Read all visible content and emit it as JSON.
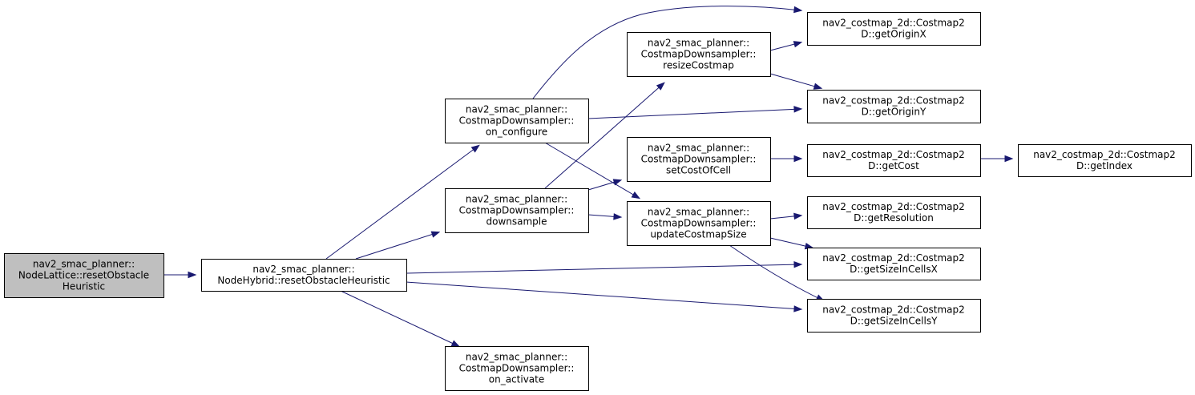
{
  "colors": {
    "node_fill": "#ffffff",
    "root_fill": "#bfbfbf",
    "border": "#000000",
    "edge": "#191970",
    "text": "#000000"
  },
  "nodes": {
    "reset_obstacle_heuristic_lattice": {
      "lines": [
        "nav2_smac_planner::",
        "NodeLattice::resetObstacle",
        "Heuristic"
      ]
    },
    "reset_obstacle_heuristic_hybrid": {
      "lines": [
        "nav2_smac_planner::",
        "NodeHybrid::resetObstacleHeuristic"
      ]
    },
    "on_configure": {
      "lines": [
        "nav2_smac_planner::",
        "CostmapDownsampler::",
        "on_configure"
      ]
    },
    "downsample": {
      "lines": [
        "nav2_smac_planner::",
        "CostmapDownsampler::",
        "downsample"
      ]
    },
    "on_activate": {
      "lines": [
        "nav2_smac_planner::",
        "CostmapDownsampler::",
        "on_activate"
      ]
    },
    "resize_costmap": {
      "lines": [
        "nav2_smac_planner::",
        "CostmapDownsampler::",
        "resizeCostmap"
      ]
    },
    "set_cost_of_cell": {
      "lines": [
        "nav2_smac_planner::",
        "CostmapDownsampler::",
        "setCostOfCell"
      ]
    },
    "update_costmap_size": {
      "lines": [
        "nav2_smac_planner::",
        "CostmapDownsampler::",
        "updateCostmapSize"
      ]
    },
    "get_origin_x": {
      "lines": [
        "nav2_costmap_2d::Costmap2",
        "D::getOriginX"
      ]
    },
    "get_origin_y": {
      "lines": [
        "nav2_costmap_2d::Costmap2",
        "D::getOriginY"
      ]
    },
    "get_cost": {
      "lines": [
        "nav2_costmap_2d::Costmap2",
        "D::getCost"
      ]
    },
    "get_index": {
      "lines": [
        "nav2_costmap_2d::Costmap2",
        "D::getIndex"
      ]
    },
    "get_resolution": {
      "lines": [
        "nav2_costmap_2d::Costmap2",
        "D::getResolution"
      ]
    },
    "get_size_in_cells_x": {
      "lines": [
        "nav2_costmap_2d::Costmap2",
        "D::getSizeInCellsX"
      ]
    },
    "get_size_in_cells_y": {
      "lines": [
        "nav2_costmap_2d::Costmap2",
        "D::getSizeInCellsY"
      ]
    }
  },
  "edges": [
    [
      "reset_obstacle_heuristic_lattice",
      "reset_obstacle_heuristic_hybrid"
    ],
    [
      "reset_obstacle_heuristic_hybrid",
      "on_configure"
    ],
    [
      "reset_obstacle_heuristic_hybrid",
      "downsample"
    ],
    [
      "reset_obstacle_heuristic_hybrid",
      "on_activate"
    ],
    [
      "reset_obstacle_heuristic_hybrid",
      "get_size_in_cells_x"
    ],
    [
      "reset_obstacle_heuristic_hybrid",
      "get_size_in_cells_y"
    ],
    [
      "on_configure",
      "get_origin_x"
    ],
    [
      "on_configure",
      "get_origin_y"
    ],
    [
      "on_configure",
      "update_costmap_size"
    ],
    [
      "downsample",
      "resize_costmap"
    ],
    [
      "downsample",
      "set_cost_of_cell"
    ],
    [
      "downsample",
      "update_costmap_size"
    ],
    [
      "resize_costmap",
      "get_origin_x"
    ],
    [
      "resize_costmap",
      "get_origin_y"
    ],
    [
      "set_cost_of_cell",
      "get_cost"
    ],
    [
      "get_cost",
      "get_index"
    ],
    [
      "update_costmap_size",
      "get_resolution"
    ],
    [
      "update_costmap_size",
      "get_size_in_cells_x"
    ],
    [
      "update_costmap_size",
      "get_size_in_cells_y"
    ]
  ]
}
